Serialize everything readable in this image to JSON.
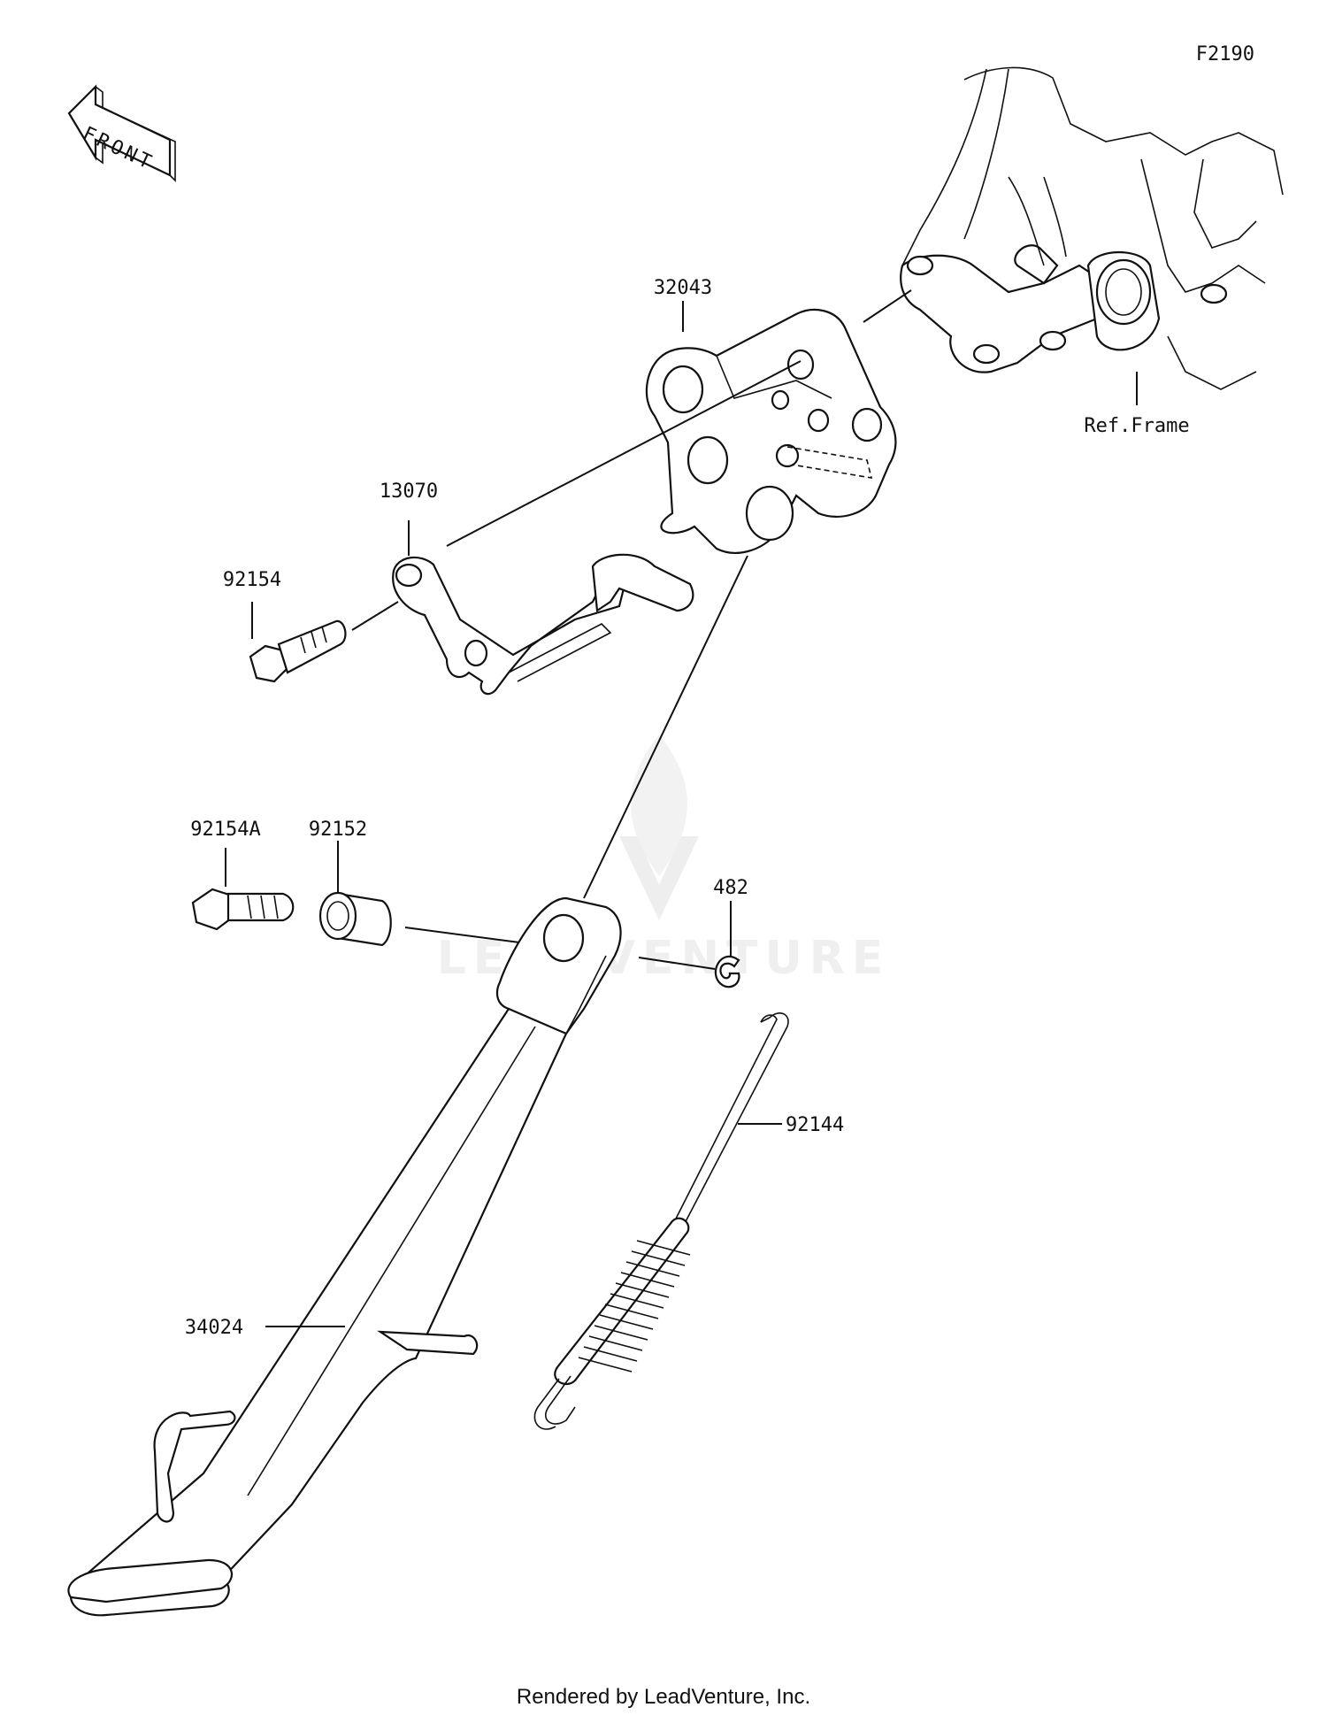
{
  "diagram_code": "F2190",
  "front_label": "FRONT",
  "labels": {
    "p32043": "32043",
    "p13070": "13070",
    "p92154": "92154",
    "p92154A": "92154A",
    "p92152": "92152",
    "p482": "482",
    "p92144": "92144",
    "p34024": "34024",
    "ref_frame": "Ref.Frame"
  },
  "watermark": "LEADVENTURE",
  "footer": "Rendered by LeadVenture, Inc."
}
